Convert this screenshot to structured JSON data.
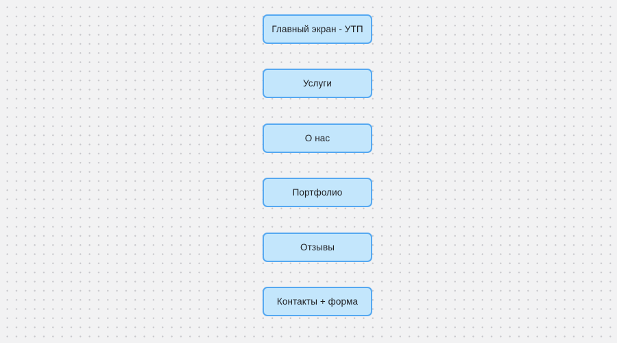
{
  "canvas": {
    "background_color": "#f2f2f3",
    "dot_color": "#c7c7cb"
  },
  "node_style": {
    "fill_color": "#c3e6fc",
    "border_color": "#55a8f1",
    "text_color": "#1e1e21"
  },
  "nodes": [
    {
      "label": "Главный экран - УТП"
    },
    {
      "label": "Услуги"
    },
    {
      "label": "О нас"
    },
    {
      "label": "Портфолио"
    },
    {
      "label": "Отзывы"
    },
    {
      "label": "Контакты + форма"
    }
  ]
}
